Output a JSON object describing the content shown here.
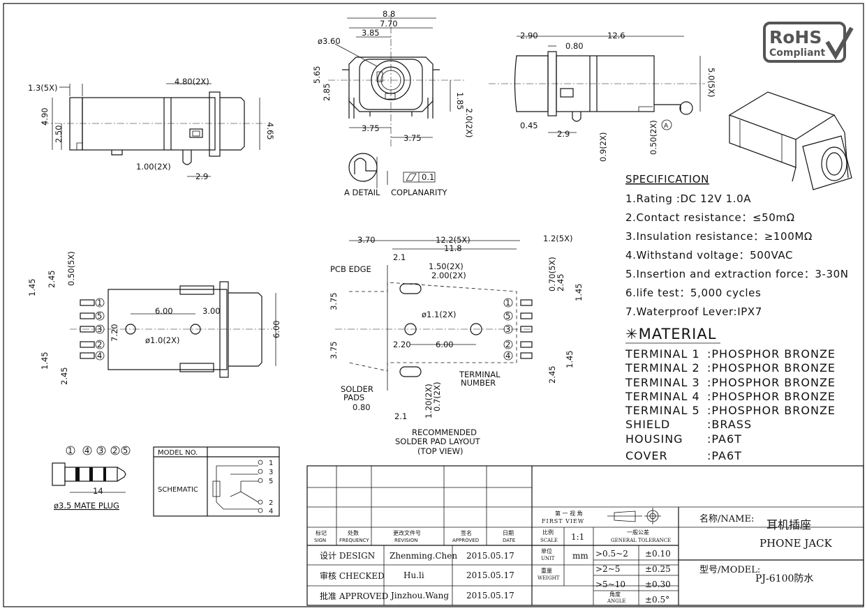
{
  "rohs": {
    "line1": "RoHS",
    "line2": "Compliant"
  },
  "front_view_dims": {
    "d1": "8.8",
    "d2": "7.70",
    "d3": "3.85",
    "d4": "ø3.60",
    "d5": "5.65",
    "d6": "2.85",
    "d7": "1.85",
    "d8": "2.0(2X)",
    "d9": "3.75",
    "d10": "3.75"
  },
  "side_view_dims": {
    "d1": "2.90",
    "d2": "12.6",
    "d3": "0.80",
    "d4": "5.0(5X)",
    "d5": "0.45",
    "d6": "2.9",
    "d7": "0.9(2X)",
    "d8": "0.50(2X)",
    "marker": "A"
  },
  "left_view_dims": {
    "d1": "1.3(5X)",
    "d2": "4.80(2X)",
    "d3": "4.90",
    "d4": "2.50",
    "d5": "4.65",
    "d6": "1.00(2X)",
    "d7": "2.9"
  },
  "detail": {
    "label_detail": "A DETAIL",
    "label_coplanarity": "COPLANARITY",
    "tolerance": "0.1"
  },
  "bottom_view_dims": {
    "d1": "1.45",
    "d2": "2.45",
    "d3": "0.50(5X)",
    "d4": "6.00",
    "d5": "3.00",
    "d6": "ø1.0(2X)",
    "d7": "7.20",
    "d8": "6.00",
    "d9": "1.45",
    "d10": "2.45"
  },
  "terminals": [
    "1",
    "5",
    "3",
    "2",
    "4"
  ],
  "pad_layout": {
    "d1": "3.70",
    "d2": "12.2(5X)",
    "d3": "11.8",
    "d4": "1.2(5X)",
    "d5": "2.1",
    "d6": "1.50(2X)",
    "d7": "2.00(2X)",
    "d8": "0.70(5X)",
    "d9": "2.45",
    "d10": "1.45",
    "d11": "3.75",
    "d12": "3.75",
    "d13": "ø1.1(2X)",
    "d14": "2.20",
    "d15": "6.00",
    "d16": "2.45",
    "d17": "1.45",
    "d18": "0.80",
    "d19": "2.1",
    "d20": "1.20(2X)",
    "d21": "0.7(2X)",
    "pcb_edge": "PCB EDGE",
    "solder_pads_1": "SOLDER",
    "solder_pads_2": "PADS",
    "terminal_number_1": "TERMINAL",
    "terminal_number_2": "NUMBER",
    "caption1": "RECOMMENDED",
    "caption2": "SOLDER PAD LAYOUT",
    "caption3": "(TOP VIEW)"
  },
  "specification": {
    "title": "SPECIFICATION",
    "items": [
      "1.Rating :DC 12V 1.0A",
      "2.Contact resistance：≤50mΩ",
      "3.Insulation resistance：≥100MΩ",
      "4.Withstand voltage：500VAC",
      "5.Insertion and extraction force：3-30N",
      "6.life test：5,000 cycles",
      "7.Waterproof Lever:IPX7"
    ]
  },
  "material": {
    "title": "✳MATERIAL",
    "rows": [
      {
        "part": "TERMINAL 1",
        "value": ":PHOSPHOR BRONZE"
      },
      {
        "part": "TERMINAL 2",
        "value": ":PHOSPHOR BRONZE"
      },
      {
        "part": "TERMINAL 3",
        "value": ":PHOSPHOR BRONZE"
      },
      {
        "part": "TERMINAL 4",
        "value": ":PHOSPHOR BRONZE"
      },
      {
        "part": "TERMINAL 5",
        "value": ":PHOSPHOR BRONZE"
      },
      {
        "part": "SHIELD",
        "value": ":BRASS"
      },
      {
        "part": "HOUSING",
        "value": ":PA6T"
      },
      {
        "part": "COVER",
        "value": ":PA6T"
      }
    ]
  },
  "plug": {
    "numbers": [
      "1",
      "4",
      "3",
      "2",
      "5"
    ],
    "dim": "14",
    "caption": "ø3.5 MATE PLUG"
  },
  "schematic": {
    "model_label": "MODEL NO.",
    "schematic_label": "SCHEMATIC",
    "pins": [
      "1",
      "3",
      "5",
      "2",
      "4"
    ]
  },
  "title_block": {
    "hdr_mark_cn": "标记",
    "hdr_mark_en": "SIGN",
    "hdr_freq_cn": "处数",
    "hdr_freq_en": "FREQUENCY",
    "hdr_rev_cn": "更改文件号",
    "hdr_rev_en": "REVISION",
    "hdr_appr_cn": "签名",
    "hdr_appr_en": "APPROVED",
    "hdr_date_cn": "日期",
    "hdr_date_en": "DATE",
    "design_label": "设计 DESIGN",
    "design_name": "Zhenming.Chen",
    "design_date": "2015.05.17",
    "checked_label": "审核 CHECKED",
    "checked_name": "Hu.li",
    "checked_date": "2015.05.17",
    "approved_label": "批准 APPROVED",
    "approved_name": "Jinzhou.Wang",
    "approved_date": "2015.05.17",
    "first_view_cn": "第 一 视 角",
    "first_view_en": "FIRST VIEW",
    "scale_cn": "比例",
    "scale_en": "SCALE",
    "scale_value": "1:1",
    "gen_tol_cn": "一般公差",
    "gen_tol_en": "GENERAL TOLERANCE",
    "unit_cn": "单位",
    "unit_en": "UNIT",
    "unit_value": "mm",
    "weight_cn": "重量",
    "weight_en": "WEIGHT",
    "angle_cn": "角度",
    "angle_en": "ANGLE",
    "tol_rows": [
      {
        "range": ">0.5~2",
        "tol": "±0.10"
      },
      {
        "range": ">2~5",
        "tol": "±0.25"
      },
      {
        "range": ">5~10",
        "tol": "±0.30"
      },
      {
        "range": "",
        "tol": "±0.5°"
      }
    ],
    "name_label": "名称/NAME:",
    "name_cn": "耳机插座",
    "name_en": "PHONE JACK",
    "model_label": "型号/MODEL:",
    "model_value": "PJ-6100防水"
  }
}
